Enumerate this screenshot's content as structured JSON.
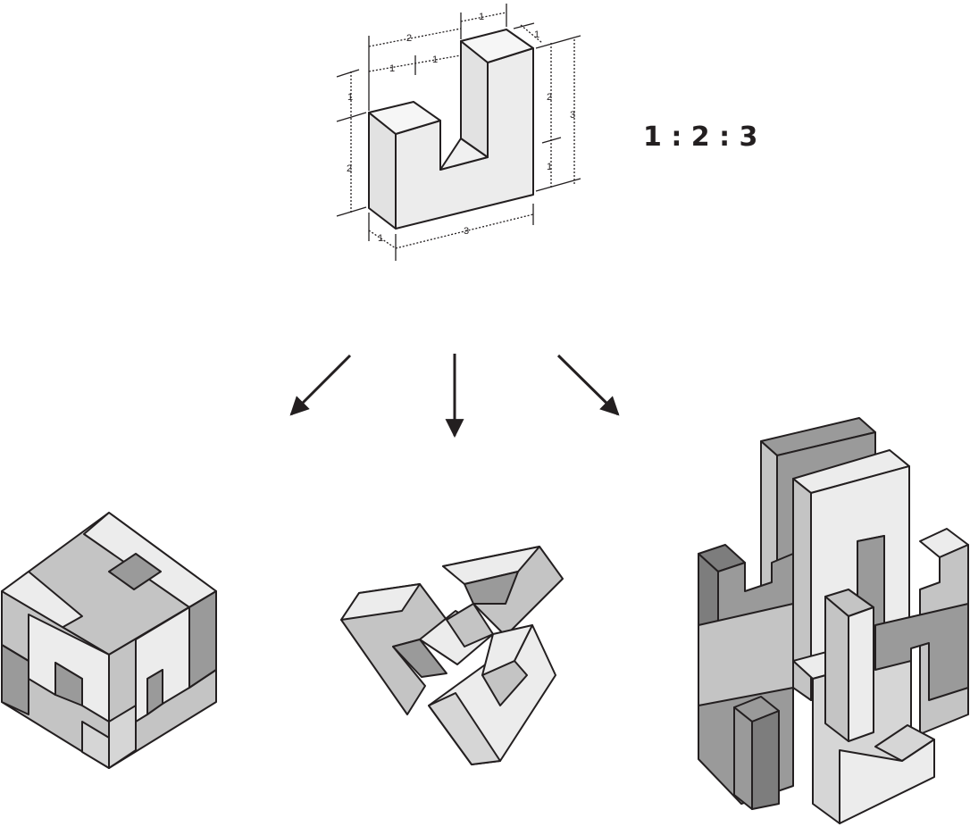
{
  "ratio": "1 : 2 : 3",
  "dimensions": {
    "top_width_2": "2",
    "top_right_1": "1",
    "top_left_1": "1",
    "top_mid_1": "1",
    "left_upper_1": "1",
    "left_lower_2": "2",
    "right_upper_2": "2",
    "right_lower_1": "1",
    "right_total_3": "3",
    "depth_1": "1",
    "bottom_length_3": "3",
    "corner_1": "1"
  },
  "colors": {
    "light": "#ececec",
    "mid": "#c4c4c4",
    "dark": "#9a9a9a",
    "darker": "#7d7d7d",
    "line": "#231f20"
  },
  "icons": [
    "arrow-down-left-icon",
    "arrow-down-icon",
    "arrow-down-right-icon"
  ]
}
